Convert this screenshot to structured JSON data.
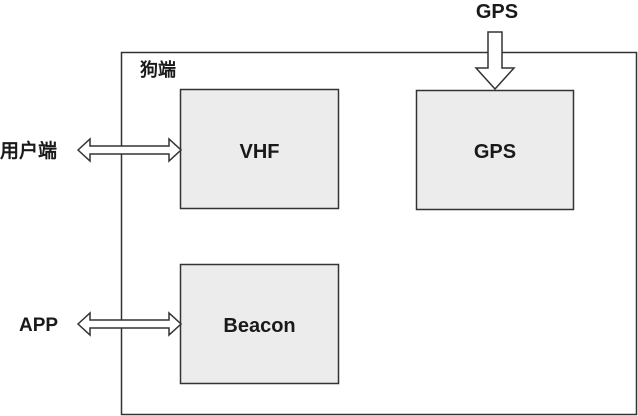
{
  "container": {
    "label": "狗端"
  },
  "modules": {
    "vhf": "VHF",
    "gps": "GPS",
    "beacon": "Beacon"
  },
  "external": {
    "gps_input": "GPS",
    "user_end": "用户端",
    "app": "APP"
  },
  "colors": {
    "module_fill": "#ececec",
    "stroke": "#333333",
    "text": "#1a1a1a"
  }
}
